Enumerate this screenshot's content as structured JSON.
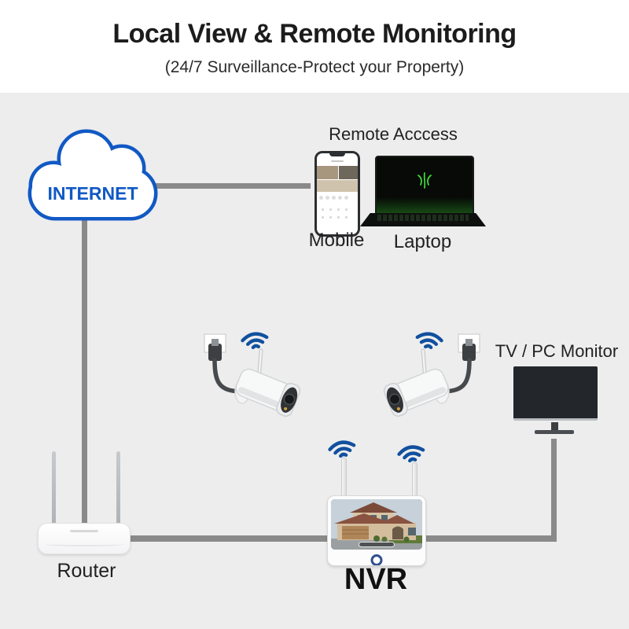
{
  "header": {
    "title": "Local View & Remote Monitoring",
    "subtitle": "(24/7 Surveillance-Protect your Property)"
  },
  "internet": {
    "label": "INTERNET"
  },
  "remote": {
    "heading": "Remote Acccess",
    "mobile": "Mobile",
    "laptop": "Laptop"
  },
  "monitor": {
    "label": "TV / PC Monitor"
  },
  "router": {
    "label": "Router"
  },
  "nvr": {
    "label": "NVR"
  },
  "icons": [
    "internet-cloud-icon",
    "wifi-icon",
    "smartphone-icon",
    "laptop-icon",
    "security-camera-icon",
    "usb-plug-icon",
    "tv-monitor-icon",
    "router-icon",
    "nvr-monitor-icon"
  ],
  "colors": {
    "background": "#ededee",
    "header_band": "#ffffff",
    "accent_blue": "#1159c4",
    "wifi_blue": "#11509e",
    "line_gray": "#8a8a8a",
    "laptop_green": "#3ed63a",
    "title_text": "#1c1c1c"
  }
}
